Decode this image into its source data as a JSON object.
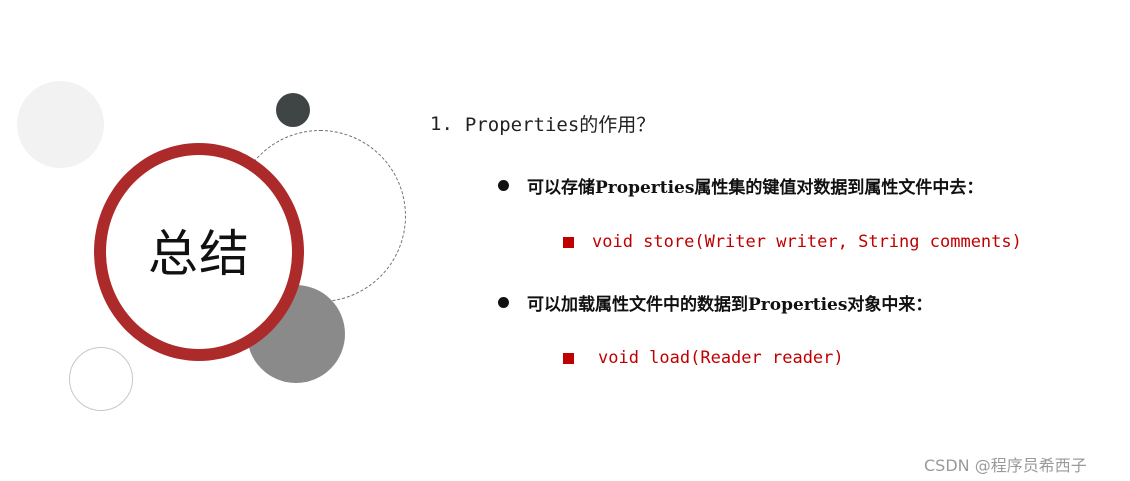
{
  "slide": {
    "title": "总结",
    "question": {
      "number": "1.",
      "text": "Properties的作用？"
    },
    "bullets": [
      {
        "text": "可以存储Properties属性集的键值对数据到属性文件中去：",
        "sub": "void store(Writer writer, String comments)"
      },
      {
        "text": "可以加载属性文件中的数据到Properties对象中来：",
        "sub": "void load(Reader reader)"
      }
    ]
  },
  "watermark": "CSDN @程序员希西子",
  "colors": {
    "ring": "#ad2a2a",
    "code": "#c00000",
    "dark_circle": "#3f4444",
    "gray_circle": "#8a8a8a",
    "light_circle": "#f2f2f2"
  }
}
